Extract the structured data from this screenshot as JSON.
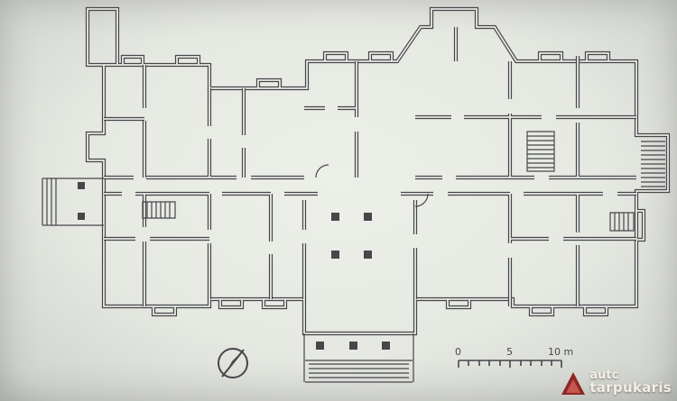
{
  "colors": {
    "ink": "#46464b",
    "paper": "#e9ebe6",
    "logo_red": "#8d2723",
    "logo_red_light": "#c4574e",
    "logo_text": "#f2efe7"
  },
  "scale_bar": {
    "zero": "0",
    "five": "5",
    "ten": "10 m"
  },
  "watermark": {
    "line1": "autc",
    "line2": "tarpukaris"
  },
  "icons": {
    "north_arrow": "north-arrow-icon",
    "scale_bar": "scale-bar",
    "watermark_logo": "watermark-logo-icon"
  }
}
